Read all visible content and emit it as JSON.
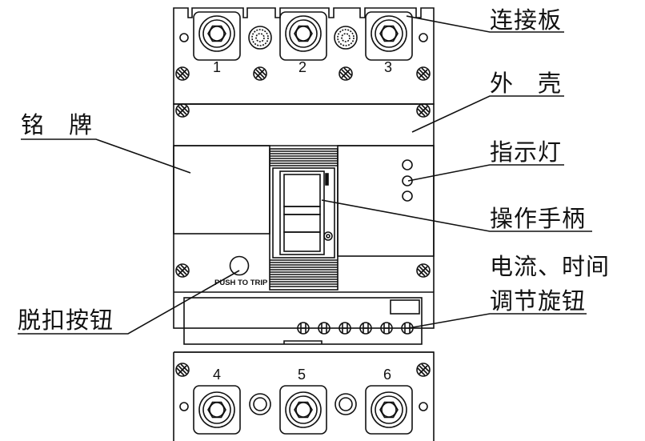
{
  "labels": {
    "connection_plate": "连接板",
    "housing": "外　壳",
    "nameplate": "铭　牌",
    "indicator": "指示灯",
    "handle": "操作手柄",
    "adjust_line1": "电流、时间",
    "adjust_line2": "调节旋钮",
    "trip_button": "脱扣按钮"
  },
  "push_to_trip": "PUSH TO TRIP",
  "terminals_top": [
    "1",
    "2",
    "3"
  ],
  "terminals_bottom": [
    "4",
    "5",
    "6"
  ]
}
